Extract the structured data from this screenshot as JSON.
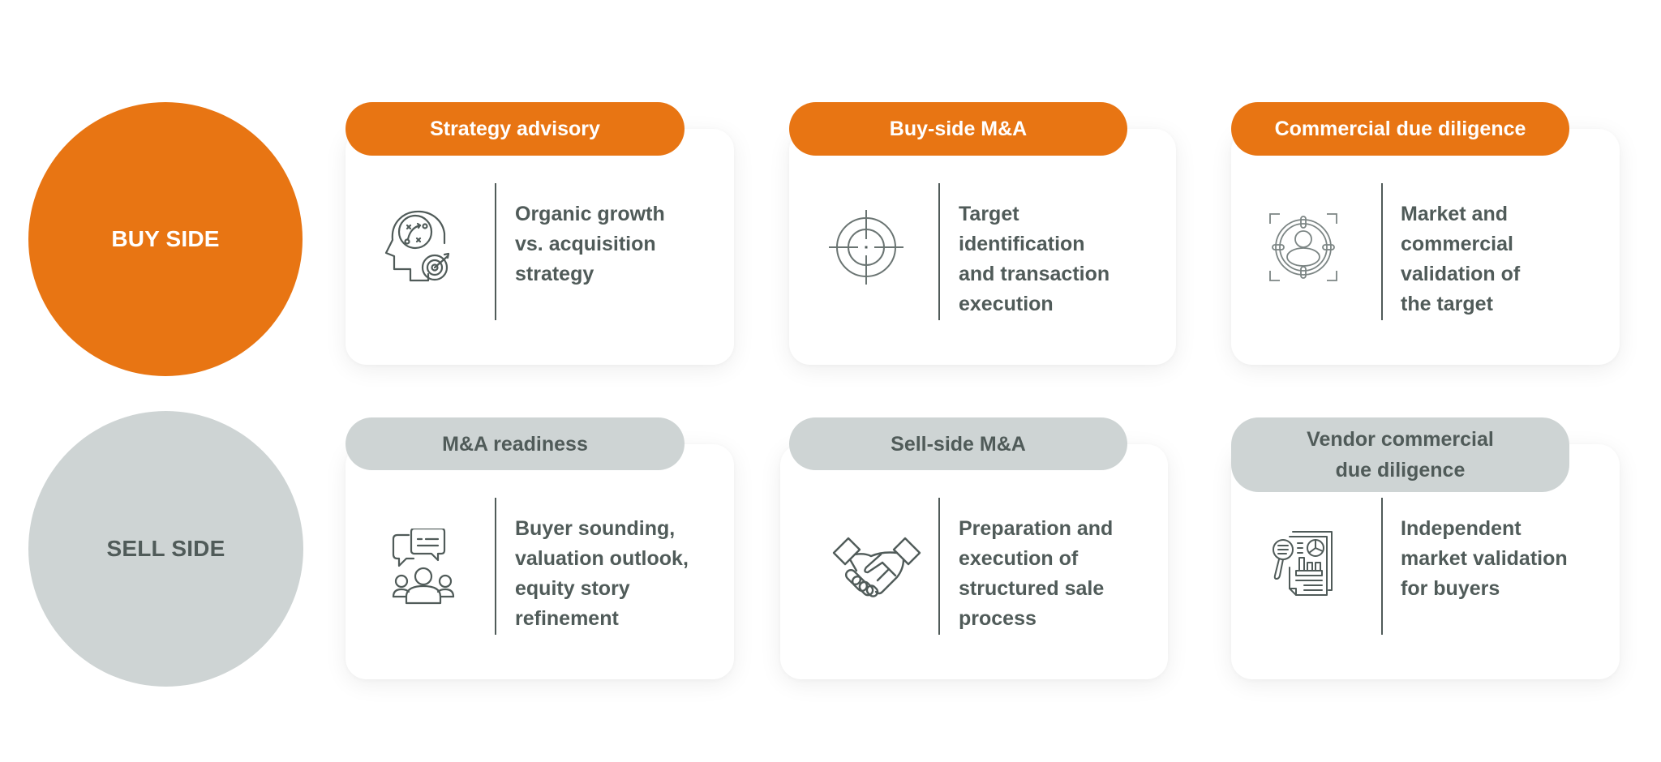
{
  "colors": {
    "accent_orange": "#E87513",
    "neutral_grey": "#CED4D4",
    "text_dark": "#505B59",
    "card_bg": "#FFFFFF"
  },
  "rows": {
    "buy": {
      "label": "BUY SIDE",
      "cards": [
        {
          "title": "Strategy advisory",
          "icon": "head-strategy-target-icon",
          "description": "Organic growth vs. acquisition strategy",
          "lines": [
            "Organic growth",
            "vs. acquisition",
            "strategy"
          ]
        },
        {
          "title": "Buy-side M&A",
          "icon": "crosshair-target-icon",
          "description": "Target identification and transaction execution",
          "lines": [
            "Target",
            "identification",
            "and transaction",
            "execution"
          ]
        },
        {
          "title": "Commercial due diligence",
          "icon": "person-focus-target-icon",
          "description": "Market and commercial validation of the target",
          "lines": [
            "Market and",
            "commercial",
            "validation of",
            "the target"
          ]
        }
      ]
    },
    "sell": {
      "label": "SELL SIDE",
      "cards": [
        {
          "title": "M&A readiness",
          "icon": "group-discussion-icon",
          "description": "Buyer sounding, valuation outlook, equity story refinement",
          "lines": [
            "Buyer sounding,",
            "valuation outlook,",
            "equity story",
            "refinement"
          ]
        },
        {
          "title": "Sell-side M&A",
          "icon": "handshake-icon",
          "description": "Preparation and execution of structured sale process",
          "lines": [
            "Preparation and",
            "execution of",
            "structured sale",
            "process"
          ]
        },
        {
          "title_lines": [
            "Vendor commercial",
            "due diligence"
          ],
          "title": "Vendor commercial due diligence",
          "icon": "report-analysis-icon",
          "description": "Independent market validation for buyers",
          "lines": [
            "Independent",
            "market validation",
            "for buyers"
          ]
        }
      ]
    }
  }
}
